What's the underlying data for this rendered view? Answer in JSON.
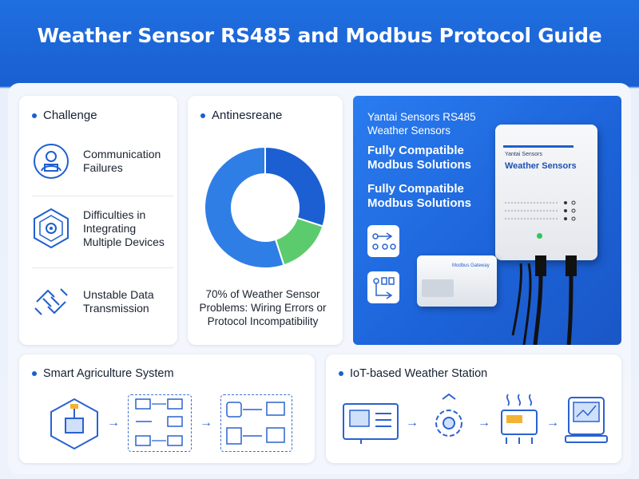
{
  "title": "Weather Sensor RS485 and Modbus Protocol Guide",
  "challenge": {
    "heading": "Challenge",
    "items": [
      {
        "icon": "user-support-icon",
        "label": "Communication\nFailures"
      },
      {
        "icon": "integration-target-icon",
        "label": "Difficulties in\nIntegrating\nMultiple Devices"
      },
      {
        "icon": "broken-link-icon",
        "label": "Unstable Data\nTransmission"
      }
    ]
  },
  "stats": {
    "heading": "Antinesreane",
    "caption": "70% of Weather Sensor\nProblems: Wiring Errors or\nProtocol Incompatibility"
  },
  "chart_data": {
    "type": "pie",
    "values": [
      30,
      15,
      55
    ],
    "colors": [
      "#1b5fd2",
      "#5ccb6d",
      "#2e7ee6"
    ],
    "title": "",
    "caption": "70% of Weather Sensor Problems: Wiring Errors or Protocol Incompatibility"
  },
  "promo": {
    "line1": "Yantai Sensors RS485\nWeather Sensors",
    "line2": "Fully Compatible\nModbus Solutions",
    "line3": "Fully Compatible\nModbus Solutions",
    "device_small": "Yantai Sensors",
    "device_brand": "Weather Sensors",
    "gateway_label": "Modbus Gateway"
  },
  "bottom": {
    "left_heading": "Smart Agriculture System",
    "right_heading": "IoT-based Weather Station"
  },
  "colors": {
    "accent": "#1a5fd1",
    "green": "#31c45a"
  }
}
